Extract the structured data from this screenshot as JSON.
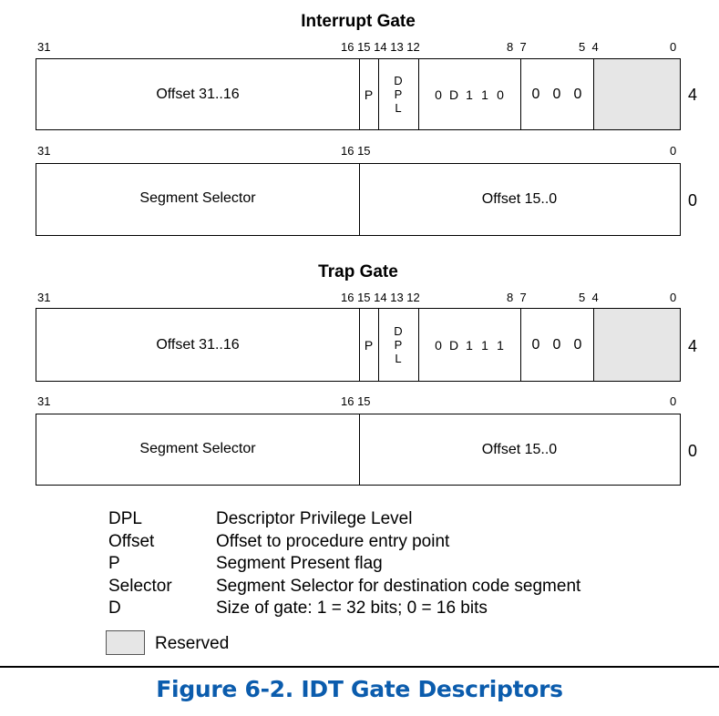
{
  "interrupt_gate": {
    "title": "Interrupt Gate",
    "row_upper": {
      "index": "4",
      "bit_labels": {
        "b31": "31",
        "b16_15_14_13_12": "16 15 14 13 12",
        "b8_7": "8  7",
        "b5_4": "5  4",
        "b0": "0"
      },
      "offset_label": "Offset 31..16",
      "p_label": "P",
      "dpl_chars": [
        "D",
        "P",
        "L"
      ],
      "type_bits": [
        "0",
        "D",
        "1",
        "1",
        "0"
      ],
      "zero_bits": [
        "0",
        "0",
        "0"
      ]
    },
    "row_lower": {
      "index": "0",
      "bit_labels": {
        "b31": "31",
        "b16_15": "16 15",
        "b0": "0"
      },
      "selector_label": "Segment Selector",
      "offset_label": "Offset 15..0"
    }
  },
  "trap_gate": {
    "title": "Trap Gate",
    "row_upper": {
      "index": "4",
      "bit_labels": {
        "b31": "31",
        "b16_15_14_13_12": "16 15 14 13 12",
        "b8_7": "8  7",
        "b5_4": "5  4",
        "b0": "0"
      },
      "offset_label": "Offset 31..16",
      "p_label": "P",
      "dpl_chars": [
        "D",
        "P",
        "L"
      ],
      "type_bits": [
        "0",
        "D",
        "1",
        "1",
        "1"
      ],
      "zero_bits": [
        "0",
        "0",
        "0"
      ]
    },
    "row_lower": {
      "index": "0",
      "bit_labels": {
        "b31": "31",
        "b16_15": "16 15",
        "b0": "0"
      },
      "selector_label": "Segment Selector",
      "offset_label": "Offset 15..0"
    }
  },
  "legend": [
    {
      "term": "DPL",
      "definition": "Descriptor Privilege Level"
    },
    {
      "term": "Offset",
      "definition": "Offset to procedure entry point"
    },
    {
      "term": "P",
      "definition": "Segment Present flag"
    },
    {
      "term": "Selector",
      "definition": "Segment Selector for destination code segment"
    },
    {
      "term": "D",
      "definition": "Size of gate: 1 = 32 bits; 0 = 16 bits"
    }
  ],
  "reserved_key": {
    "label": "Reserved",
    "fill_color": "#e6e6e6"
  },
  "figure_caption": "Figure 6-2.  IDT Gate Descriptors",
  "caption_color": "#0b5cad"
}
